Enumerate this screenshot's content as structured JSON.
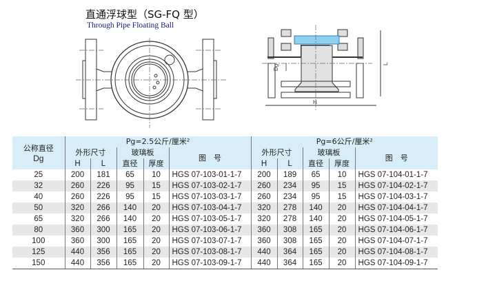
{
  "title": {
    "cn": "直通浮球型（SG-FQ 型）",
    "en": "Through Pipe Floating Ball"
  },
  "drawing_labels": {
    "dg": "Dg",
    "h": "H",
    "l": "L"
  },
  "table": {
    "dn_header": "公称直径",
    "dn_sub": "Dg",
    "groups": [
      {
        "pressure": "Pg=2.5公斤/厘米²",
        "dims": "外形尺寸",
        "glass": "玻璃板",
        "h": "H",
        "l": "L",
        "dia": "直径",
        "thick": "厚度",
        "drawing_no": "图　号"
      },
      {
        "pressure": "Pg=6公斤/厘米²",
        "dims": "外形尺寸",
        "glass": "玻璃板",
        "h": "H",
        "l": "L",
        "dia": "直径",
        "thick": "厚度",
        "drawing_no": "图　号"
      }
    ],
    "rows": [
      [
        "25",
        "200",
        "181",
        "65",
        "10",
        "HGS 07-103-01-1-7",
        "200",
        "189",
        "65",
        "10",
        "HGS 07-104-01-1-7"
      ],
      [
        "32",
        "260",
        "226",
        "95",
        "15",
        "HGS 07-103-02-1-7",
        "260",
        "234",
        "95",
        "15",
        "HGS 07-104-02-1-7"
      ],
      [
        "40",
        "260",
        "226",
        "95",
        "15",
        "HGS 07-103-03-1-7",
        "260",
        "234",
        "95",
        "15",
        "HGS 07-104-03-1-7"
      ],
      [
        "50",
        "320",
        "266",
        "140",
        "20",
        "HGS 07-103-04-1-7",
        "320",
        "278",
        "140",
        "20",
        "HGS 07-104-04-1-7"
      ],
      [
        "65",
        "320",
        "266",
        "140",
        "20",
        "HGS 07-103-05-1-7",
        "320",
        "278",
        "140",
        "20",
        "HGS 07-104-05-1-7"
      ],
      [
        "80",
        "360",
        "300",
        "165",
        "20",
        "HGS 07-103-06-1-7",
        "360",
        "308",
        "165",
        "20",
        "HGS 07-104-06-1-7"
      ],
      [
        "100",
        "360",
        "300",
        "165",
        "20",
        "HGS 07-103-07-1-7",
        "360",
        "308",
        "165",
        "20",
        "HGS 07-104-07-1-7"
      ],
      [
        "125",
        "440",
        "356",
        "165",
        "20",
        "HGS 07-103-08-1-7",
        "440",
        "364",
        "165",
        "20",
        "HGS 07-104-08-1-7"
      ],
      [
        "150",
        "440",
        "356",
        "165",
        "20",
        "HGS 07-103-09-1-7",
        "440",
        "364",
        "165",
        "20",
        "HGS 07-104-09-1-7"
      ]
    ]
  }
}
